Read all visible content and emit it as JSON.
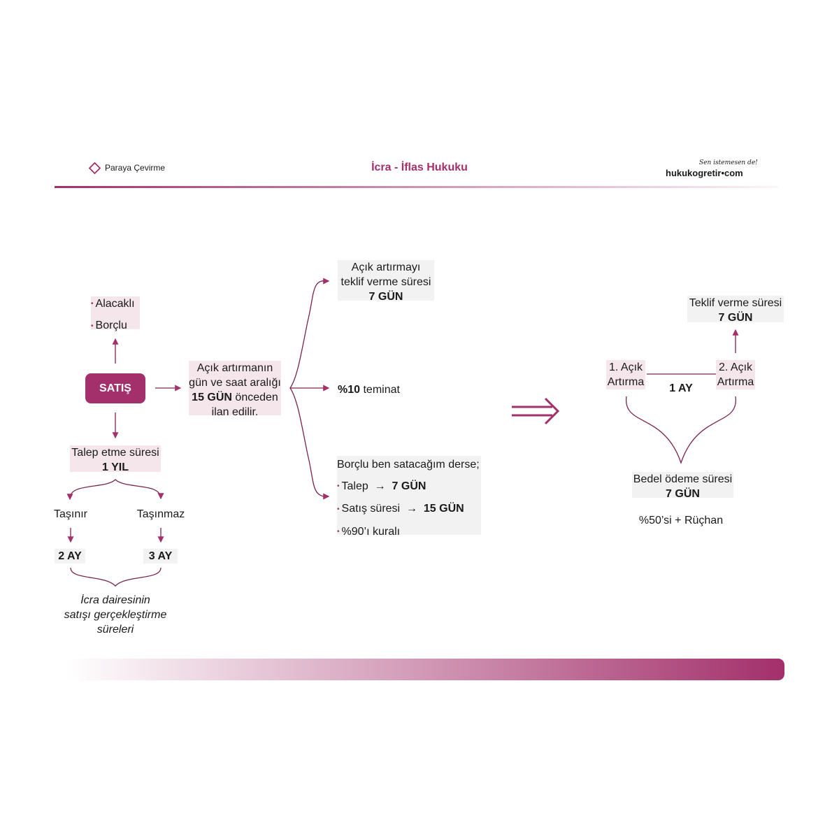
{
  "header": {
    "section": "Paraya Çevirme",
    "title": "İcra - İflas Hukuku",
    "logo_tagline": "Sen istemesen de!",
    "logo": "hukukogretir•com"
  },
  "colors": {
    "accent": "#a3306b",
    "pink_box": "#f5e6ec",
    "grey_box": "#f2f2f2"
  },
  "left": {
    "parties": [
      "Alacaklı",
      "Borçlu"
    ],
    "center_button": "SATIŞ",
    "announcement": {
      "line1": "Açık artırmanın",
      "line2": "gün ve saat aralığı",
      "bold": "15 GÜN",
      "line3_rest": " önceden",
      "line4": "ilan edilir."
    },
    "request": {
      "label": "Talep etme süresi",
      "value": "1 YIL"
    },
    "movable": {
      "label": "Taşınır",
      "value": "2 AY"
    },
    "immovable": {
      "label": "Taşınmaz",
      "value": "3 AY"
    },
    "caption": [
      "İcra dairesinin",
      "satışı gerçekleştirme",
      "süreleri"
    ]
  },
  "middle": {
    "bid": {
      "line1": "Açık artırmayı",
      "line2": "teklif verme süresi",
      "value": "7 GÜN"
    },
    "guarantee": {
      "bold": "%10",
      "rest": " teminat"
    },
    "debtor": {
      "title": "Borçlu ben satacağım derse;",
      "items": [
        {
          "label": "Talep",
          "arrow": "→",
          "value": "7 GÜN"
        },
        {
          "label": "Satış süresi",
          "arrow": "→",
          "value": "15 GÜN"
        },
        {
          "label": "%90’ı kuralı"
        }
      ]
    }
  },
  "right": {
    "first": [
      "1. Açık",
      "Artırma"
    ],
    "second": [
      "2. Açık",
      "Artırma"
    ],
    "gap": "1 AY",
    "bid": {
      "label": "Teklif verme süresi",
      "value": "7 GÜN"
    },
    "payment": {
      "label": "Bedel ödeme süresi",
      "value": "7 GÜN"
    },
    "note": "%50’si + Rüçhan"
  }
}
